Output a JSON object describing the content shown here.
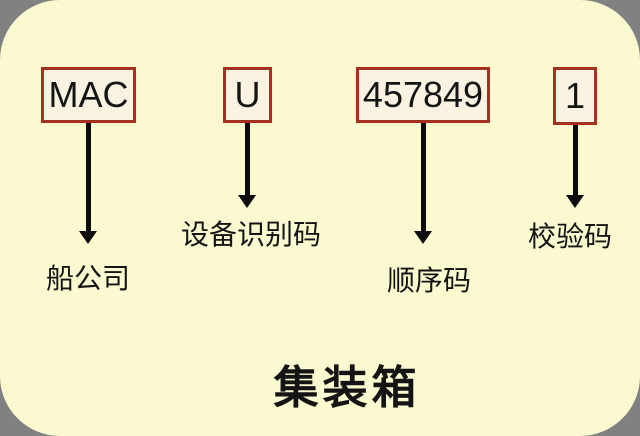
{
  "diagram": {
    "title": "集装箱",
    "segments": [
      {
        "code": "MAC",
        "label": "船公司"
      },
      {
        "code": "U",
        "label": "设备识别码"
      },
      {
        "code": "457849",
        "label": "顺序码"
      },
      {
        "code": "1",
        "label": "校验码"
      }
    ],
    "colors": {
      "background_gray": "#818181",
      "panel_cream": "#fbf9d0",
      "box_fill": "#faf3e1",
      "box_border_red": "#a23120",
      "arrow_black": "#0c0c0c"
    }
  }
}
